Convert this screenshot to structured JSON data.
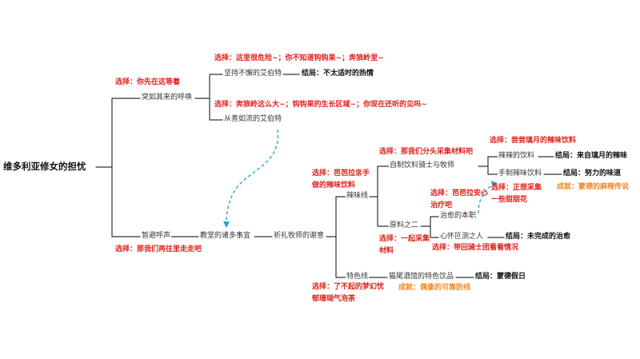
{
  "root": {
    "title": "维多利亚修女的担忧"
  },
  "branch1": {
    "node": "突如其来的呼唤",
    "choice": "选择：你先在这等着",
    "sub1": {
      "choice": "选择：这里很危险~；你不知道钩钩果~；奔狼岭里~",
      "node": "坚持不懈的艾伯特",
      "ending": "结局：不太适时的热情"
    },
    "sub2": {
      "choice": "选择：奔狼岭这么大~；钩钩果的生长区域~；你现在还听的见吗~",
      "node": "从善如流的艾伯特"
    }
  },
  "branch2": {
    "node": "暂避呼声",
    "choice": "选择：那我们再往里走走吧",
    "chain": [
      "教堂的诸多事宜",
      "祈礼牧师的谢意"
    ],
    "spicy": {
      "node": "辣味线",
      "choice": "选择：芭芭拉亲手做的辣味饮料",
      "homemade": {
        "node": "自制饮料",
        "choice": "选择：那我们分头采集材料吧",
        "knight": "骑士与牧师",
        "spicy_drink": {
          "choice": "选择：尝尝璃月的辣味饮料",
          "node": "辣辣的饮料",
          "ending": "结局：来自璃月的辣味"
        },
        "handmade": {
          "node": "手制辣味饮料",
          "ending": "结局：努力的味道",
          "achievement": "成就：蒙德的麻辣传说"
        }
      },
      "ingredient": {
        "node": "原料之二",
        "choice": "选择：一起采集材料",
        "heal": {
          "node": "治愈的本职",
          "choice": "选择：芭芭拉安心治疗吧",
          "choice_alt": "选择：正想采集一些甜甜花"
        },
        "worry": {
          "node": "心怀叵测之人",
          "ending": "结局：未完成的治愈",
          "choice": "选择：带回骑士团看看情况"
        }
      }
    },
    "special": {
      "node": "特色线",
      "choice": "选择：了不起的梦幻忧郁珊瑚气泡茶",
      "tavern": {
        "node": "猫尾酒馆的特色饮品",
        "ending": "结局：蒙德假日",
        "achievement": "成就：偶像的可靠防线"
      }
    }
  },
  "colors": {
    "choice": "#e0201b",
    "achievement": "#f08a24",
    "line": "#333333",
    "dashed_arrow": "#1aa3d6"
  }
}
